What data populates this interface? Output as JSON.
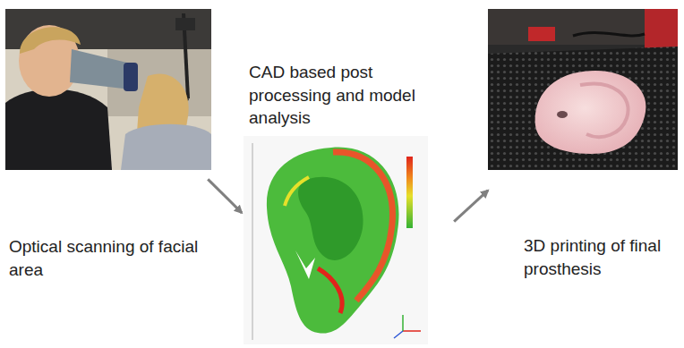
{
  "diagram": {
    "nodes": [
      {
        "text": [
          "Optical scanning of facial area"
        ]
      },
      {
        "text": [
          "CAD based post processing and model analysis"
        ]
      },
      {
        "text": [
          "3D printing of final prosthesis"
        ]
      }
    ],
    "edges": [
      {
        "from": 0,
        "to": 1,
        "arrow": "to"
      },
      {
        "from": 1,
        "to": 2,
        "arrow": "to"
      }
    ]
  }
}
